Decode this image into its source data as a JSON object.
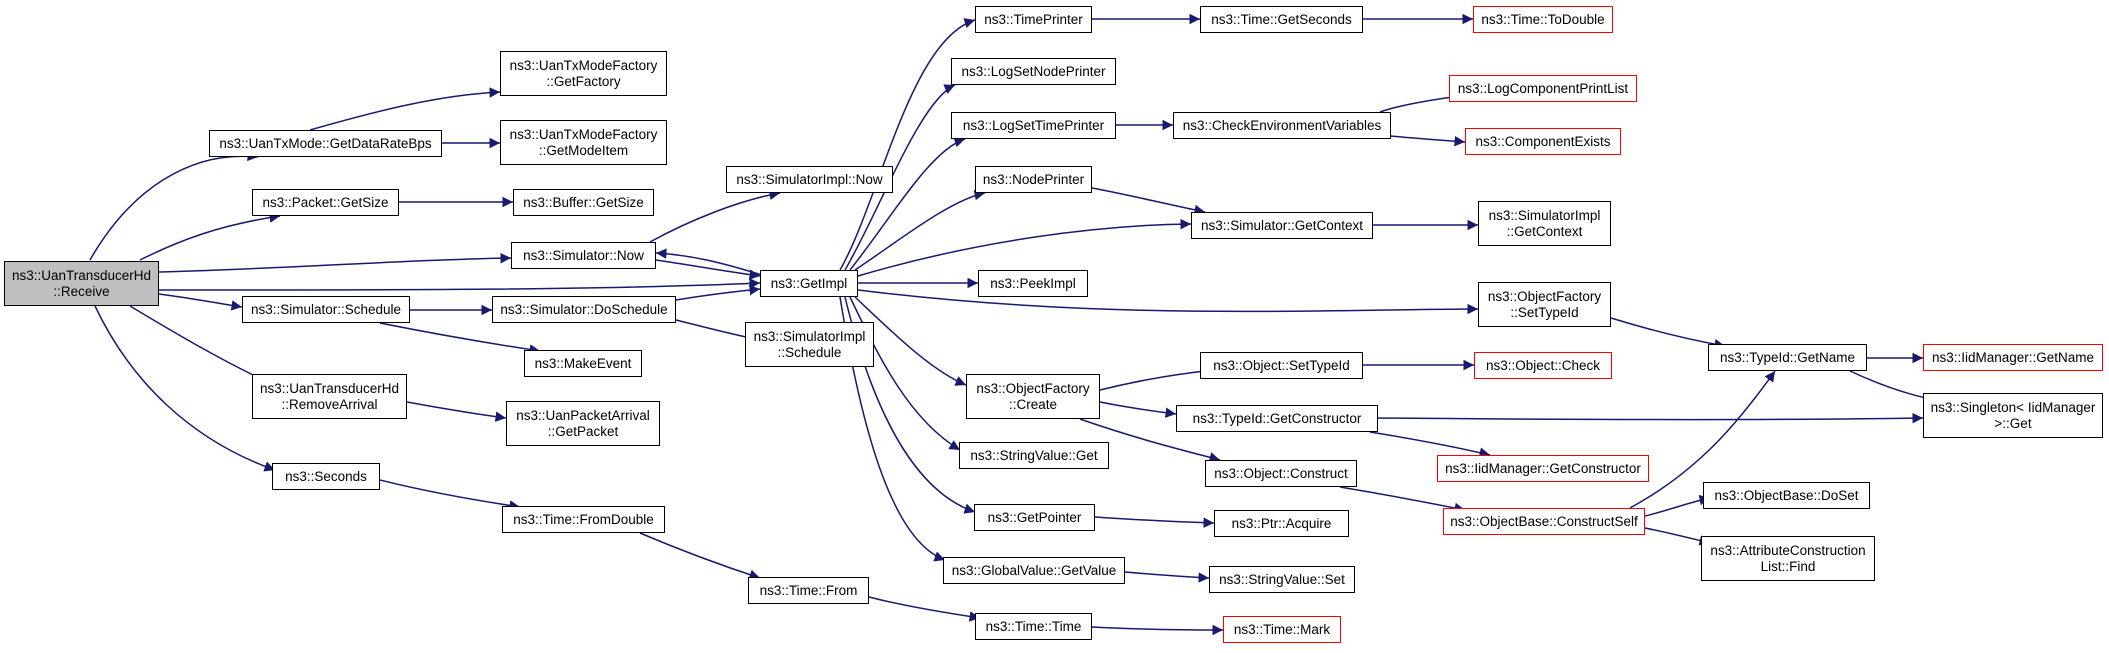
{
  "graph": {
    "edge_color": "#191970",
    "nodes": [
      {
        "id": "root",
        "lines": [
          "ns3::UanTransducerHd",
          "::Receive"
        ],
        "style": "root"
      },
      {
        "id": "getdataratebps",
        "lines": [
          "ns3::UanTxMode::GetDataRateBps"
        ],
        "style": "normal"
      },
      {
        "id": "txfactory_getfactory",
        "lines": [
          "ns3::UanTxModeFactory",
          "::GetFactory"
        ],
        "style": "normal"
      },
      {
        "id": "txfactory_getmodeitem",
        "lines": [
          "ns3::UanTxModeFactory",
          "::GetModeItem"
        ],
        "style": "normal"
      },
      {
        "id": "packet_getsize",
        "lines": [
          "ns3::Packet::GetSize"
        ],
        "style": "normal"
      },
      {
        "id": "buffer_getsize",
        "lines": [
          "ns3::Buffer::GetSize"
        ],
        "style": "normal"
      },
      {
        "id": "simimpl_now",
        "lines": [
          "ns3::SimulatorImpl::Now"
        ],
        "style": "normal"
      },
      {
        "id": "simulator_now",
        "lines": [
          "ns3::Simulator::Now"
        ],
        "style": "normal"
      },
      {
        "id": "getimpl",
        "lines": [
          "ns3::GetImpl"
        ],
        "style": "normal"
      },
      {
        "id": "simulator_schedule",
        "lines": [
          "ns3::Simulator::Schedule"
        ],
        "style": "normal"
      },
      {
        "id": "simulator_doschedule",
        "lines": [
          "ns3::Simulator::DoSchedule"
        ],
        "style": "normal"
      },
      {
        "id": "simimpl_schedule",
        "lines": [
          "ns3::SimulatorImpl",
          "::Schedule"
        ],
        "style": "normal"
      },
      {
        "id": "makeevent",
        "lines": [
          "ns3::MakeEvent"
        ],
        "style": "normal"
      },
      {
        "id": "removearrival",
        "lines": [
          "ns3::UanTransducerHd",
          "::RemoveArrival"
        ],
        "style": "normal"
      },
      {
        "id": "getpacket",
        "lines": [
          "ns3::UanPacketArrival",
          "::GetPacket"
        ],
        "style": "normal"
      },
      {
        "id": "seconds",
        "lines": [
          "ns3::Seconds"
        ],
        "style": "normal"
      },
      {
        "id": "time_fromdouble",
        "lines": [
          "ns3::Time::FromDouble"
        ],
        "style": "normal"
      },
      {
        "id": "time_from",
        "lines": [
          "ns3::Time::From"
        ],
        "style": "normal"
      },
      {
        "id": "time_time",
        "lines": [
          "ns3::Time::Time"
        ],
        "style": "normal"
      },
      {
        "id": "time_mark",
        "lines": [
          "ns3::Time::Mark"
        ],
        "style": "red"
      },
      {
        "id": "timeprinter",
        "lines": [
          "ns3::TimePrinter"
        ],
        "style": "normal"
      },
      {
        "id": "time_getseconds",
        "lines": [
          "ns3::Time::GetSeconds"
        ],
        "style": "normal"
      },
      {
        "id": "time_todouble",
        "lines": [
          "ns3::Time::ToDouble"
        ],
        "style": "red"
      },
      {
        "id": "logsetnodeprinter",
        "lines": [
          "ns3::LogSetNodePrinter"
        ],
        "style": "normal"
      },
      {
        "id": "logsettimeprinter",
        "lines": [
          "ns3::LogSetTimePrinter"
        ],
        "style": "normal"
      },
      {
        "id": "checkenv",
        "lines": [
          "ns3::CheckEnvironmentVariables"
        ],
        "style": "normal"
      },
      {
        "id": "logcomponentprintlist",
        "lines": [
          "ns3::LogComponentPrintList"
        ],
        "style": "red"
      },
      {
        "id": "componentexists",
        "lines": [
          "ns3::ComponentExists"
        ],
        "style": "red"
      },
      {
        "id": "nodeprinter",
        "lines": [
          "ns3::NodePrinter"
        ],
        "style": "normal"
      },
      {
        "id": "simulator_getcontext",
        "lines": [
          "ns3::Simulator::GetContext"
        ],
        "style": "normal"
      },
      {
        "id": "simimpl_getcontext",
        "lines": [
          "ns3::SimulatorImpl",
          "::GetContext"
        ],
        "style": "normal"
      },
      {
        "id": "peekimpl",
        "lines": [
          "ns3::PeekImpl"
        ],
        "style": "normal"
      },
      {
        "id": "objfactory_settypeid",
        "lines": [
          "ns3::ObjectFactory",
          "::SetTypeId"
        ],
        "style": "normal"
      },
      {
        "id": "typeid_getname",
        "lines": [
          "ns3::TypeId::GetName"
        ],
        "style": "normal"
      },
      {
        "id": "iidmanager_getname",
        "lines": [
          "ns3::IidManager::GetName"
        ],
        "style": "red"
      },
      {
        "id": "singleton_get",
        "lines": [
          "ns3::Singleton< IidManager",
          " >::Get"
        ],
        "style": "normal"
      },
      {
        "id": "objfactory_create",
        "lines": [
          "ns3::ObjectFactory",
          "::Create"
        ],
        "style": "normal"
      },
      {
        "id": "object_settypeid",
        "lines": [
          "ns3::Object::SetTypeId"
        ],
        "style": "normal"
      },
      {
        "id": "object_check",
        "lines": [
          "ns3::Object::Check"
        ],
        "style": "red"
      },
      {
        "id": "typeid_getconstructor",
        "lines": [
          "ns3::TypeId::GetConstructor"
        ],
        "style": "normal"
      },
      {
        "id": "iidmanager_getconstructor",
        "lines": [
          "ns3::IidManager::GetConstructor"
        ],
        "style": "red"
      },
      {
        "id": "object_construct",
        "lines": [
          "ns3::Object::Construct"
        ],
        "style": "normal"
      },
      {
        "id": "objectbase_constructself",
        "lines": [
          "ns3::ObjectBase::ConstructSelf"
        ],
        "style": "red"
      },
      {
        "id": "objectbase_doset",
        "lines": [
          "ns3::ObjectBase::DoSet"
        ],
        "style": "normal"
      },
      {
        "id": "attrconstruction_find",
        "lines": [
          "ns3::AttributeConstruction",
          "List::Find"
        ],
        "style": "normal"
      },
      {
        "id": "stringvalue_get",
        "lines": [
          "ns3::StringValue::Get"
        ],
        "style": "normal"
      },
      {
        "id": "getpointer",
        "lines": [
          "ns3::GetPointer"
        ],
        "style": "normal"
      },
      {
        "id": "ptr_acquire",
        "lines": [
          "ns3::Ptr::Acquire"
        ],
        "style": "normal"
      },
      {
        "id": "globalvalue_getvalue",
        "lines": [
          "ns3::GlobalValue::GetValue"
        ],
        "style": "normal"
      },
      {
        "id": "stringvalue_set",
        "lines": [
          "ns3::StringValue::Set"
        ],
        "style": "normal"
      }
    ]
  }
}
